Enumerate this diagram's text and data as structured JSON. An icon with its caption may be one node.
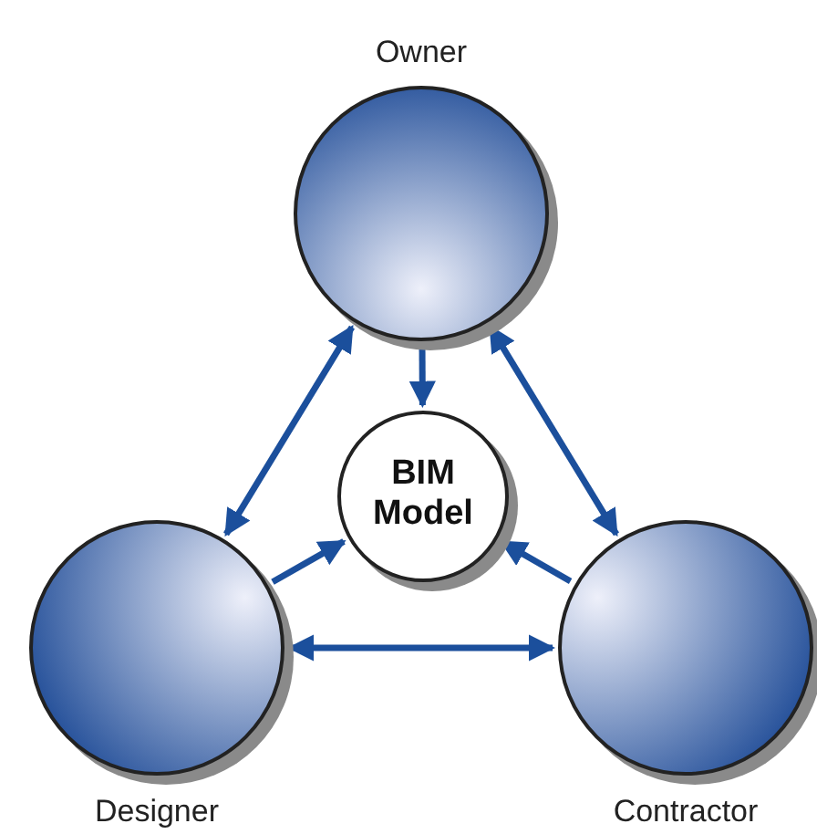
{
  "diagram": {
    "nodes": [
      {
        "text": [
          "Owner"
        ]
      },
      {
        "text": [
          "BIM Model"
        ]
      },
      {
        "text": [
          "Designer"
        ]
      },
      {
        "text": [
          "Contractor"
        ]
      }
    ],
    "edges": [
      {
        "from": 0,
        "to": 2,
        "arrow": "both"
      },
      {
        "from": 0,
        "to": 3,
        "arrow": "both"
      },
      {
        "from": 0,
        "to": 1,
        "arrow": "to"
      },
      {
        "from": 2,
        "to": 1,
        "arrow": "to"
      },
      {
        "from": 3,
        "to": 1,
        "arrow": "to"
      },
      {
        "from": 2,
        "to": 3,
        "arrow": "both"
      }
    ]
  }
}
